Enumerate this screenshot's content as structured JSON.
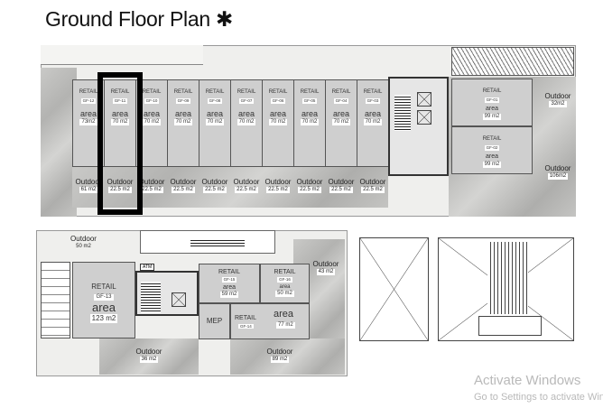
{
  "title": "Ground Floor Plan",
  "title_mark": "✱",
  "upper": {
    "units": [
      {
        "label": "RETAIL",
        "code": "GF-12",
        "area_label": "area",
        "area": "73m2",
        "outdoor_label": "Outdoor",
        "outdoor": "61 m2"
      },
      {
        "label": "RETAIL",
        "code": "GF-11",
        "area_label": "area",
        "area": "70 m2",
        "outdoor_label": "Outdoor",
        "outdoor": "22.5 m2"
      },
      {
        "label": "RETAIL",
        "code": "GF-10",
        "area_label": "area",
        "area": "70 m2",
        "outdoor_label": "Outdoor",
        "outdoor": "22.5 m2"
      },
      {
        "label": "RETAIL",
        "code": "GF-09",
        "area_label": "area",
        "area": "70 m2",
        "outdoor_label": "Outdoor",
        "outdoor": "22.5 m2"
      },
      {
        "label": "RETAIL",
        "code": "GF-08",
        "area_label": "area",
        "area": "70 m2",
        "outdoor_label": "Outdoor",
        "outdoor": "22.5 m2"
      },
      {
        "label": "RETAIL",
        "code": "GF-07",
        "area_label": "area",
        "area": "70 m2",
        "outdoor_label": "Outdoor",
        "outdoor": "22.5 m2"
      },
      {
        "label": "RETAIL",
        "code": "GF-06",
        "area_label": "area",
        "area": "70 m2",
        "outdoor_label": "Outdoor",
        "outdoor": "22.5 m2"
      },
      {
        "label": "RETAIL",
        "code": "GF-05",
        "area_label": "area",
        "area": "70 m2",
        "outdoor_label": "Outdoor",
        "outdoor": "22.5 m2"
      },
      {
        "label": "RETAIL",
        "code": "GF-04",
        "area_label": "area",
        "area": "70 m2",
        "outdoor_label": "Outdoor",
        "outdoor": "22.5 m2"
      },
      {
        "label": "RETAIL",
        "code": "GF-03",
        "area_label": "area",
        "area": "70 m2",
        "outdoor_label": "Outdoor",
        "outdoor": "22.5 m2"
      }
    ],
    "gf01": {
      "label": "RETAIL",
      "code": "GF-01",
      "area_label": "area",
      "area": "99 m2"
    },
    "gf02": {
      "label": "RETAIL",
      "code": "GF-02",
      "area_label": "area",
      "area": "99 m2"
    },
    "out_right1": {
      "label": "Outdoor",
      "area": "32m2"
    },
    "out_right2": {
      "label": "Outdoor",
      "area": "106m2"
    }
  },
  "lower": {
    "out50": {
      "label": "Outdoor",
      "area": "50 m2"
    },
    "gf13": {
      "label": "RETAIL",
      "code": "GF-13",
      "area_label": "area",
      "area": "123 m2"
    },
    "gf15": {
      "label": "RETAIL",
      "code": "GF-15",
      "area_label": "area",
      "area": "59 m2"
    },
    "gf16": {
      "label": "RETAIL",
      "code": "GF-16",
      "area_label": "area",
      "area": "50 m2"
    },
    "gf14": {
      "label": "RETAIL",
      "code": "GF-14",
      "area_label": "area",
      "area": "77 m2"
    },
    "mep": "MEP",
    "atm": "ATM",
    "out43": {
      "label": "Outdoor",
      "area": "43 m2"
    },
    "out36": {
      "label": "Outdoor",
      "area": "36 m2"
    },
    "out89": {
      "label": "Outdoor",
      "area": "89 m2"
    }
  },
  "highlight_color": "#000000",
  "watermark": {
    "line1": "Activate Windows",
    "line2": "Go to Settings to activate Windows."
  }
}
